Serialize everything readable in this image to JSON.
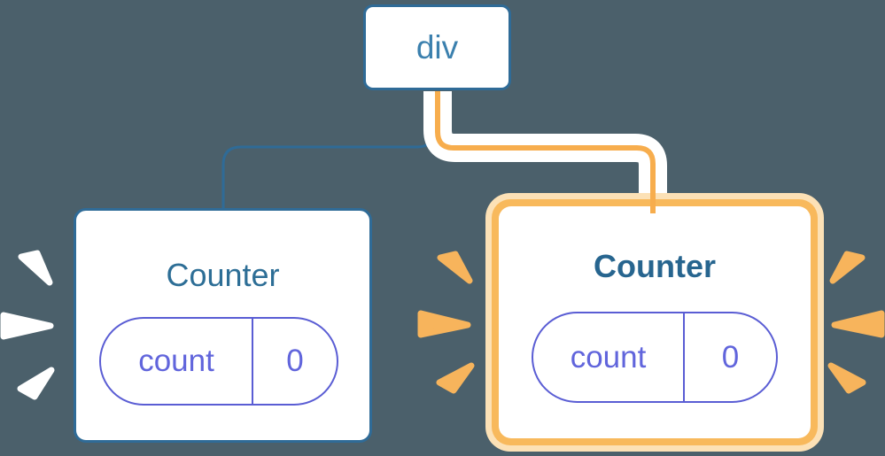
{
  "diagram": {
    "description": "React component tree: div root with two Counter children; right Counter highlighted as re-rendered",
    "background_color": "#4b606b",
    "root": {
      "label": "div"
    },
    "counters": [
      {
        "title": "Counter",
        "state_key": "count",
        "state_value": "0",
        "highlighted": false
      },
      {
        "title": "Counter",
        "state_key": "count",
        "state_value": "0",
        "highlighted": true
      }
    ],
    "colors": {
      "node_border_blue": "#2f6b97",
      "node_text_blue": "#3b80ae",
      "title_blue": "#2d6e96",
      "state_purple": "#5a5dd4",
      "state_text_purple": "#6165dc",
      "highlight_orange": "#f8b95c",
      "highlight_ring_peach": "#fce1b6",
      "edge_core_orange": "#f7ad4d",
      "spark_white": "#ffffff",
      "card_white": "#ffffff"
    },
    "icons": [
      "spark-icon"
    ]
  }
}
